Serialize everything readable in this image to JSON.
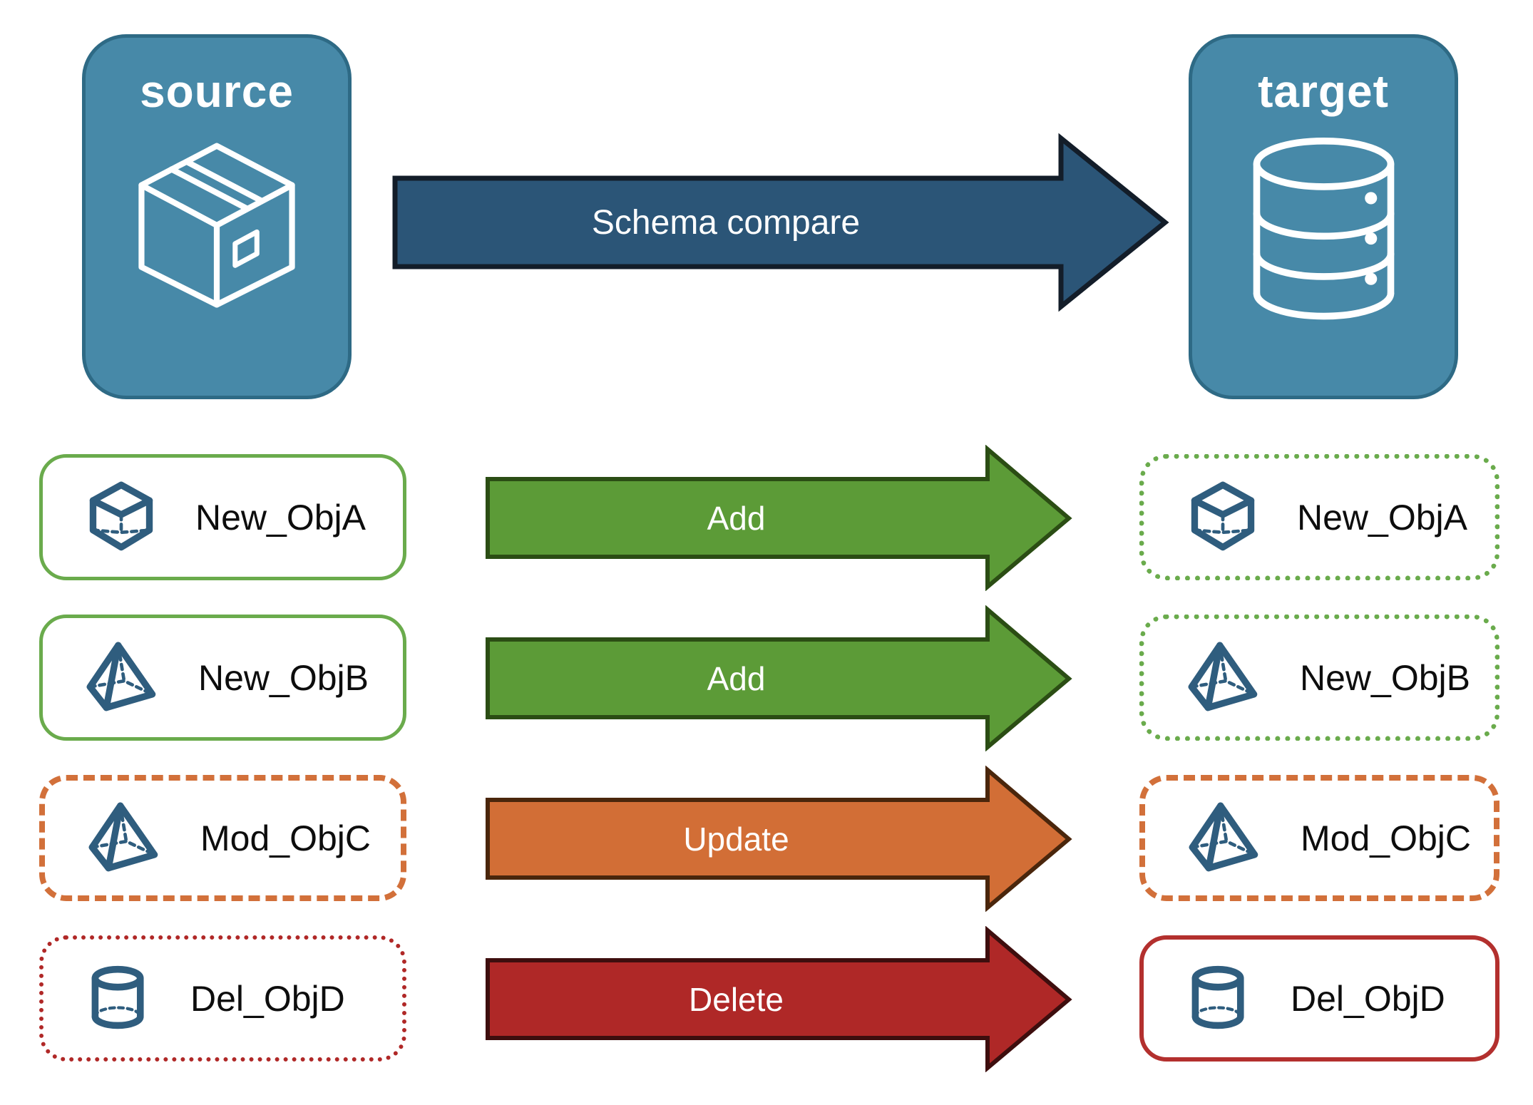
{
  "source": {
    "label": "source",
    "icon": "package-icon"
  },
  "target": {
    "label": "target",
    "icon": "database-icon"
  },
  "main_arrow": {
    "label": "Schema compare"
  },
  "rows": [
    {
      "name": "New_ObjA",
      "action": "Add",
      "icon": "cube-icon",
      "source_border": "solid-green",
      "target_border": "dotted-green"
    },
    {
      "name": "New_ObjB",
      "action": "Add",
      "icon": "pyramid-icon",
      "source_border": "solid-green",
      "target_border": "dotted-green"
    },
    {
      "name": "Mod_ObjC",
      "action": "Update",
      "icon": "pyramid-icon",
      "source_border": "dashed-orange",
      "target_border": "dashed-orange"
    },
    {
      "name": "Del_ObjD",
      "action": "Delete",
      "icon": "cylinder-icon",
      "source_border": "dotted-red",
      "target_border": "solid-red"
    }
  ],
  "palette": {
    "node_fill": "#4789A8",
    "node_border": "#2E6A85",
    "icon_blue": "#2F5D7E",
    "main_arrow_fill": "#2B5577",
    "main_arrow_border": "#131D29",
    "add_arrow_fill": "#5C9B37",
    "add_arrow_border": "#2B4D14",
    "update_arrow_fill": "#D26E36",
    "update_arrow_border": "#4A260C",
    "delete_arrow_fill": "#AF2827",
    "delete_arrow_border": "#3E0E0E",
    "box_green": "#6AAB4C",
    "box_orange": "#D2703A",
    "box_red_dotted": "#B02827",
    "box_red_solid": "#B3302E"
  }
}
